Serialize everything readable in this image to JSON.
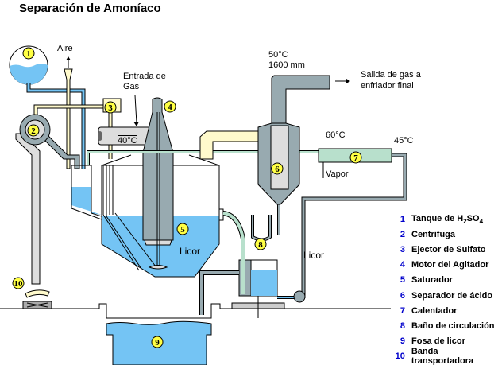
{
  "title": "Separación de Amoníaco",
  "labels": {
    "aire": "Aire",
    "entrada_gas": [
      "Entrada de",
      "Gas"
    ],
    "temp_40": "40°C",
    "temp_50": "50°C",
    "pressure": "1600 mm",
    "salida_gas": [
      "Salida de gas a",
      "enfriador final"
    ],
    "temp_60": "60°C",
    "temp_45": "45°C",
    "vapor": "Vapor",
    "licor_tank": "Licor",
    "licor_pipe": "Licor"
  },
  "badges": [
    "1",
    "2",
    "3",
    "4",
    "5",
    "6",
    "7",
    "8",
    "9",
    "10"
  ],
  "legend": [
    {
      "num": "1",
      "label": "Tanque de H",
      "sub1": "2",
      "mid": "SO",
      "sub2": "4"
    },
    {
      "num": "2",
      "label": "Centrifuga"
    },
    {
      "num": "3",
      "label": "Ejector de Sulfato"
    },
    {
      "num": "4",
      "label": "Motor del Agitador"
    },
    {
      "num": "5",
      "label": "Saturador"
    },
    {
      "num": "6",
      "label": "Separador de ácido"
    },
    {
      "num": "7",
      "label": "Calentador"
    },
    {
      "num": "8",
      "label": "Baño de circulación"
    },
    {
      "num": "9",
      "label": "Fosa de licor"
    },
    {
      "num": "10",
      "label": "Banda transportadora"
    }
  ],
  "colors": {
    "liquid": "#74c4f4",
    "steel": "#98aab0",
    "yellow_pipe": "#fffacc",
    "heater": "#b8e0cc",
    "badge": "#ffff44",
    "legend_num": "#0000cc"
  }
}
